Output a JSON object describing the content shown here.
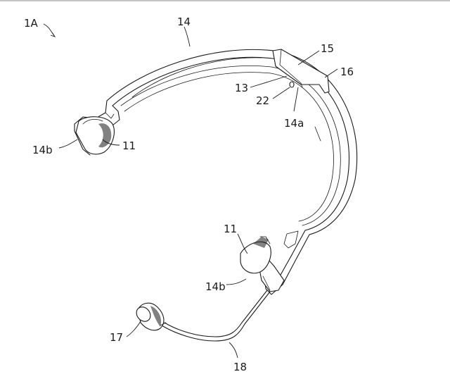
{
  "labels": {
    "device": "1A",
    "headband": "14",
    "housing": "15",
    "housing_edge": "16",
    "part_13": "13",
    "part_22": "22",
    "part_14a": "14a",
    "end_left": "14b",
    "pad_left": "11",
    "pad_right": "11",
    "end_right": "14b",
    "mic": "17",
    "boom": "18"
  }
}
